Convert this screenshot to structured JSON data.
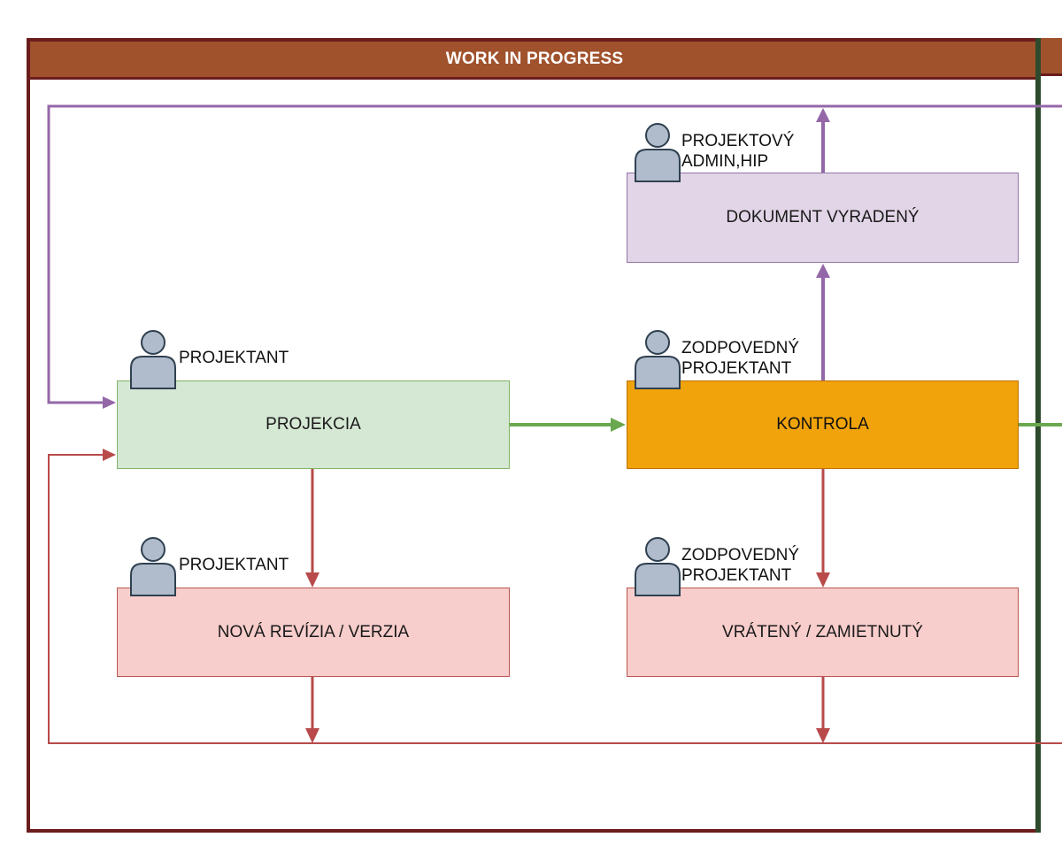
{
  "lane": {
    "title": "WORK IN PROGRESS"
  },
  "colors": {
    "lane_border": "#6b1c1c",
    "lane_header": "#a0522d",
    "next_lane_border": "#2e4a2c",
    "flow_green": "#6aa84f",
    "flow_red": "#b84a4a",
    "flow_purple": "#9467a8",
    "actor_fill": "#b0bccb",
    "actor_stroke": "#2f4050"
  },
  "states": {
    "projekcia": "PROJEKCIA",
    "kontrola": "KONTROLA",
    "vyradeny": "DOKUMENT VYRADENÝ",
    "nova_revizia": "NOVÁ REVÍZIA / VERZIA",
    "vrateny": "VRÁTENÝ / ZAMIETNUTÝ"
  },
  "roles": {
    "projekcia": "PROJEKTANT",
    "kontrola": "ZODPOVEDNÝ\nPROJEKTANT",
    "vyradeny": "PROJEKTOVÝ\nADMIN,HIP",
    "nova_revizia": "PROJEKTANT",
    "vrateny": "ZODPOVEDNÝ\nPROJEKTANT"
  },
  "icons": {
    "actor": "user-icon"
  }
}
